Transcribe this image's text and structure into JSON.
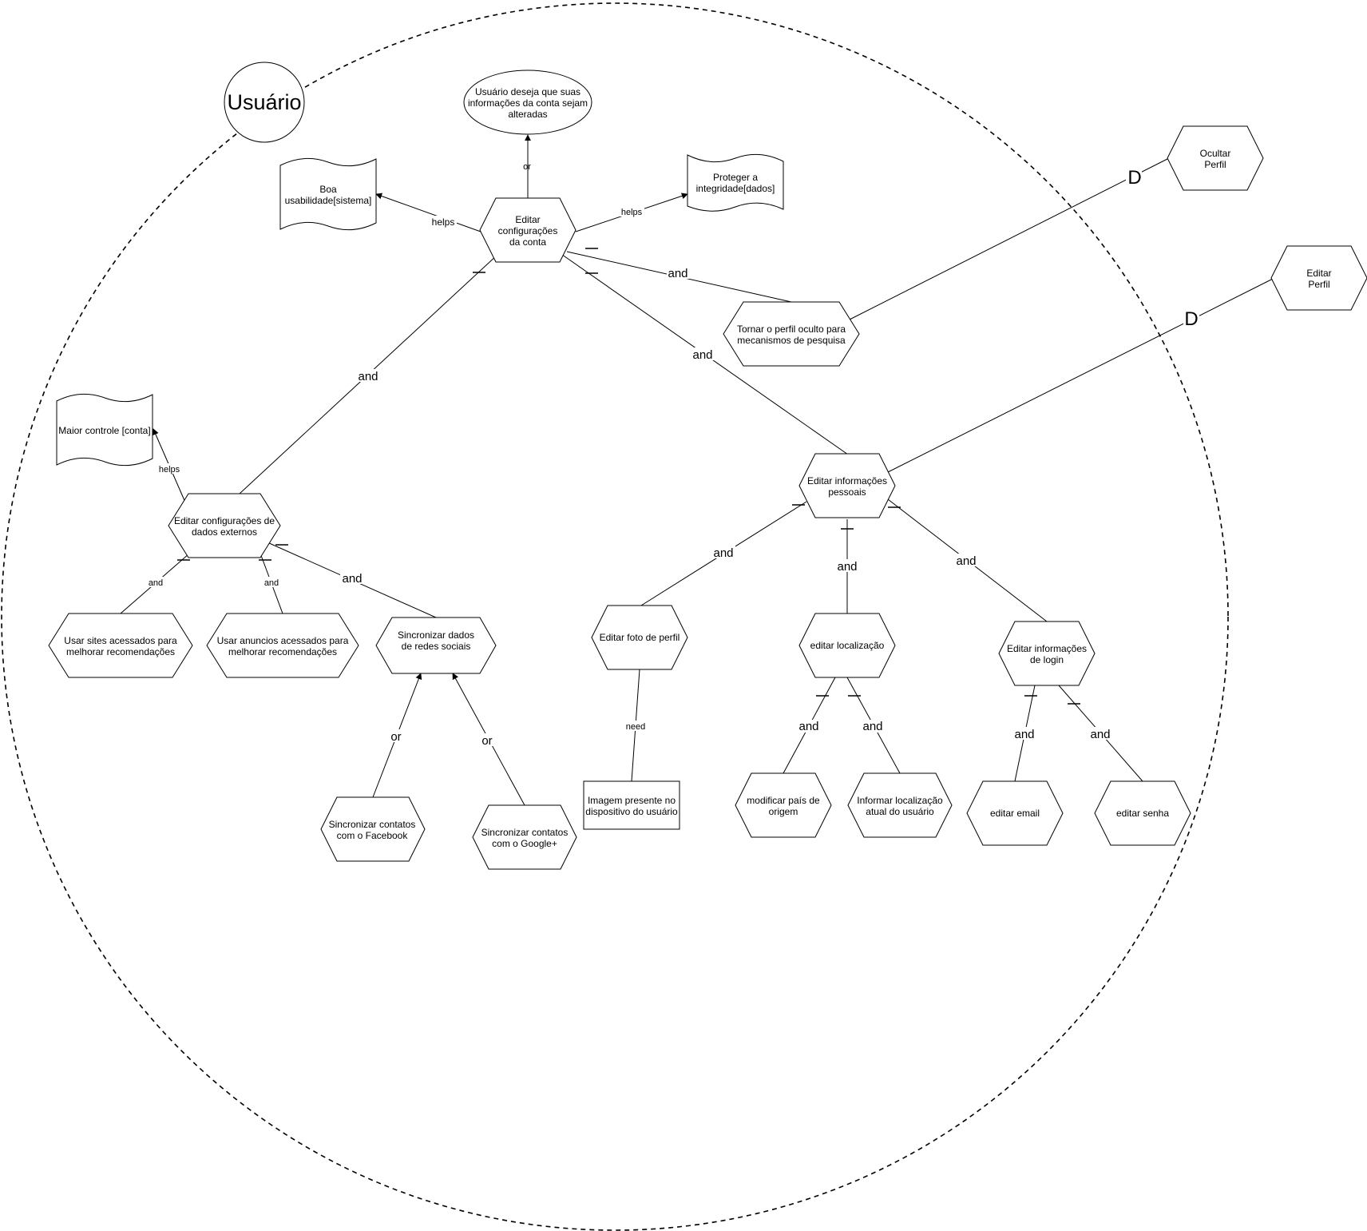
{
  "actor": {
    "label": "Usuário"
  },
  "nodes": {
    "n_goal": [
      "Usuário deseja que suas",
      "informações da conta sejam",
      "alteradas"
    ],
    "n_boa": [
      "Boa",
      "usabilidade[sistema]"
    ],
    "n_proteger": [
      "Proteger a",
      "integridade[dados]"
    ],
    "n_editar_conta": [
      "Editar",
      "configurações",
      "da conta"
    ],
    "n_ocultar": [
      "Ocultar",
      "Perfil"
    ],
    "n_editar_perfil": [
      "Editar",
      "Perfil"
    ],
    "n_tornar": [
      "Tornar o perfil oculto para",
      "mecanismos de pesquisa"
    ],
    "n_maior": [
      "Maior controle [conta]"
    ],
    "n_ext": [
      "Editar configurações de",
      "dados externos"
    ],
    "n_pessoais": [
      "Editar informações",
      "pessoais"
    ],
    "n_sites": [
      "Usar sites acessados para",
      "melhorar recomendações"
    ],
    "n_anuncios": [
      "Usar anuncios acessados para",
      "melhorar recomendações"
    ],
    "n_redes": [
      "Sincronizar dados",
      "de redes sociais"
    ],
    "n_foto": [
      "Editar foto de perfil"
    ],
    "n_local": [
      "editar localização"
    ],
    "n_login": [
      "Editar informações",
      "de login"
    ],
    "n_facebook": [
      "Sincronizar contatos",
      "com o Facebook"
    ],
    "n_google": [
      "Sincronizar contatos",
      "com o Google+"
    ],
    "n_imagem": [
      "Imagem presente no",
      "dispositivo do usuário"
    ],
    "n_pais": [
      "modificar país de",
      "origem"
    ],
    "n_atual": [
      "Informar localização",
      "atual do usuário"
    ],
    "n_email": [
      "editar email"
    ],
    "n_senha": [
      "editar senha"
    ]
  },
  "edges": {
    "e_or_goal": "or",
    "e_helps_boa": "helps",
    "e_helps_proteger": "helps",
    "e_and_tornar": "and",
    "e_and_ext": "and",
    "e_and_pessoais": "and",
    "e_helps_maior": "helps",
    "e_and_sites": "and",
    "e_and_anuncios": "and",
    "e_and_redes": "and",
    "e_or_facebook": "or",
    "e_or_google": "or",
    "e_and_foto": "and",
    "e_and_local": "and",
    "e_and_login": "and",
    "e_need_imagem": "need",
    "e_and_pais": "and",
    "e_and_atual": "and",
    "e_and_email": "and",
    "e_and_senha": "and",
    "e_d_ocultar": "D",
    "e_d_editar_perfil": "D"
  }
}
